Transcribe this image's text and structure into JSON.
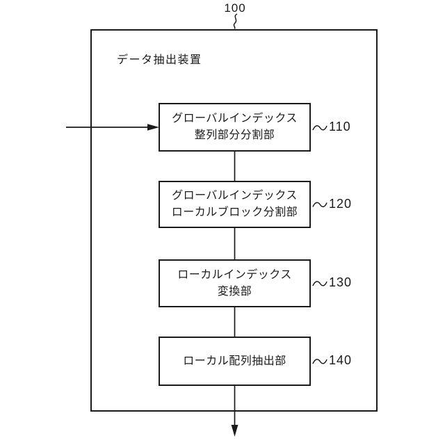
{
  "figure": {
    "ref_label": "100",
    "device_label": "データ抽出装置",
    "blocks": [
      {
        "ref": "110",
        "lines": [
          "グローバルインデックス",
          "整列部分分割部"
        ]
      },
      {
        "ref": "120",
        "lines": [
          "グローバルインデックス",
          "ローカルブロック分割部"
        ]
      },
      {
        "ref": "130",
        "lines": [
          "ローカルインデックス",
          "変換部"
        ]
      },
      {
        "ref": "140",
        "lines": [
          "ローカル配列抽出部",
          ""
        ]
      }
    ],
    "colors": {
      "line": "#1a1a1a",
      "background": "#ffffff"
    }
  }
}
